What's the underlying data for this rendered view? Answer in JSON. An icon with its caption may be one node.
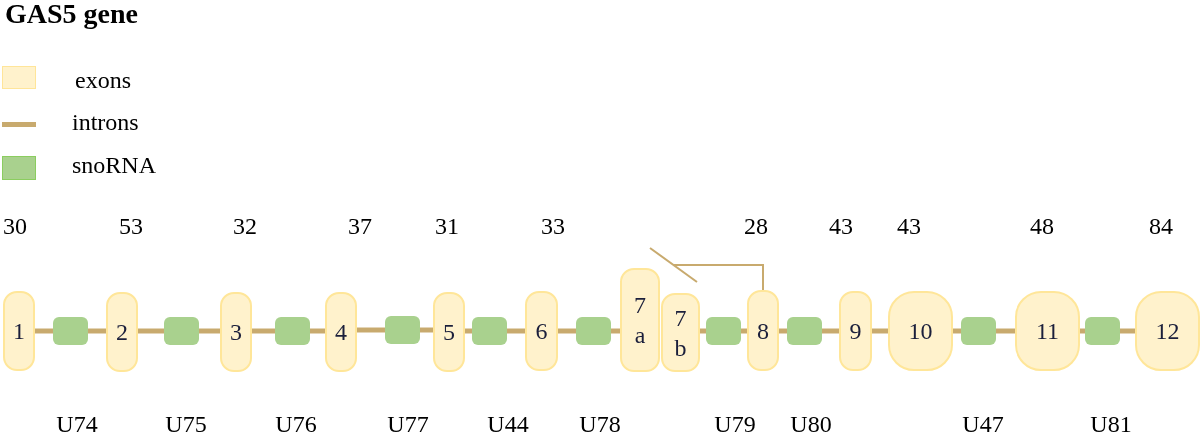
{
  "diagram": {
    "title": "GAS5 gene",
    "nodes": [
      {
        "text": [
          "1"
        ],
        "beside": [
          "30"
        ]
      },
      {
        "text": [],
        "shape": "box",
        "beside": [
          "U74"
        ]
      },
      {
        "text": [
          "2"
        ],
        "beside": [
          "53"
        ]
      },
      {
        "text": [],
        "shape": "box",
        "beside": [
          "U75"
        ]
      },
      {
        "text": [
          "3"
        ],
        "beside": [
          "32"
        ]
      },
      {
        "text": [],
        "shape": "box",
        "beside": [
          "U76"
        ]
      },
      {
        "text": [
          "4"
        ],
        "beside": [
          "37"
        ]
      },
      {
        "text": [],
        "shape": "box",
        "beside": [
          "U77"
        ]
      },
      {
        "text": [
          "5"
        ],
        "beside": [
          "31"
        ]
      },
      {
        "text": [],
        "shape": "box",
        "beside": [
          "U44"
        ]
      },
      {
        "text": [
          "6"
        ],
        "beside": [
          "33"
        ]
      },
      {
        "text": [],
        "shape": "box",
        "beside": [
          "U78"
        ]
      },
      {
        "text": [
          "7 a"
        ]
      },
      {
        "text": [
          "7 b"
        ]
      },
      {
        "text": [],
        "shape": "box",
        "beside": [
          "U79"
        ]
      },
      {
        "text": [
          "8"
        ],
        "beside": [
          "28"
        ]
      },
      {
        "text": [],
        "shape": "box",
        "beside": [
          "U80"
        ]
      },
      {
        "text": [
          "9"
        ],
        "beside": [
          "43"
        ]
      },
      {
        "text": [
          "10"
        ],
        "beside": [
          "43"
        ]
      },
      {
        "text": [],
        "shape": "box",
        "beside": [
          "U47"
        ]
      },
      {
        "text": [
          "11"
        ],
        "beside": [
          "48"
        ]
      },
      {
        "text": [],
        "shape": "box",
        "beside": [
          "U81"
        ]
      },
      {
        "text": [
          "12"
        ],
        "beside": [
          "84"
        ]
      }
    ],
    "edges": [
      {
        "from": 0,
        "to": 1,
        "arrow": "none"
      },
      {
        "from": 1,
        "to": 2,
        "arrow": "none"
      },
      {
        "from": 2,
        "to": 3,
        "arrow": "none"
      },
      {
        "from": 3,
        "to": 4,
        "arrow": "none"
      },
      {
        "from": 4,
        "to": 5,
        "arrow": "none"
      },
      {
        "from": 5,
        "to": 6,
        "arrow": "none"
      },
      {
        "from": 6,
        "to": 7,
        "arrow": "none"
      },
      {
        "from": 7,
        "to": 8,
        "arrow": "none"
      },
      {
        "from": 8,
        "to": 9,
        "arrow": "none"
      },
      {
        "from": 9,
        "to": 10,
        "arrow": "none"
      },
      {
        "from": 10,
        "to": 11,
        "arrow": "none"
      },
      {
        "from": 11,
        "to": 12,
        "arrow": "none"
      },
      {
        "from": 13,
        "to": 14,
        "arrow": "none"
      },
      {
        "from": 14,
        "to": 15,
        "arrow": "none"
      },
      {
        "from": 15,
        "to": 16,
        "arrow": "none"
      },
      {
        "from": 16,
        "to": 17,
        "arrow": "none"
      },
      {
        "from": 17,
        "to": 18,
        "arrow": "none"
      },
      {
        "from": 18,
        "to": 19,
        "arrow": "none"
      },
      {
        "from": 19,
        "to": 20,
        "arrow": "none"
      },
      {
        "from": 20,
        "to": 21,
        "arrow": "none"
      },
      {
        "from": 21,
        "to": 22,
        "arrow": "none"
      },
      {
        "from": 15,
        "to": null,
        "arrow": "none"
      }
    ],
    "legend": [
      {
        "text": "exons",
        "color": "#fff2cc"
      },
      {
        "text": "introns"
      },
      {
        "text": "snoRNA",
        "color": "#a9d18e"
      }
    ]
  }
}
